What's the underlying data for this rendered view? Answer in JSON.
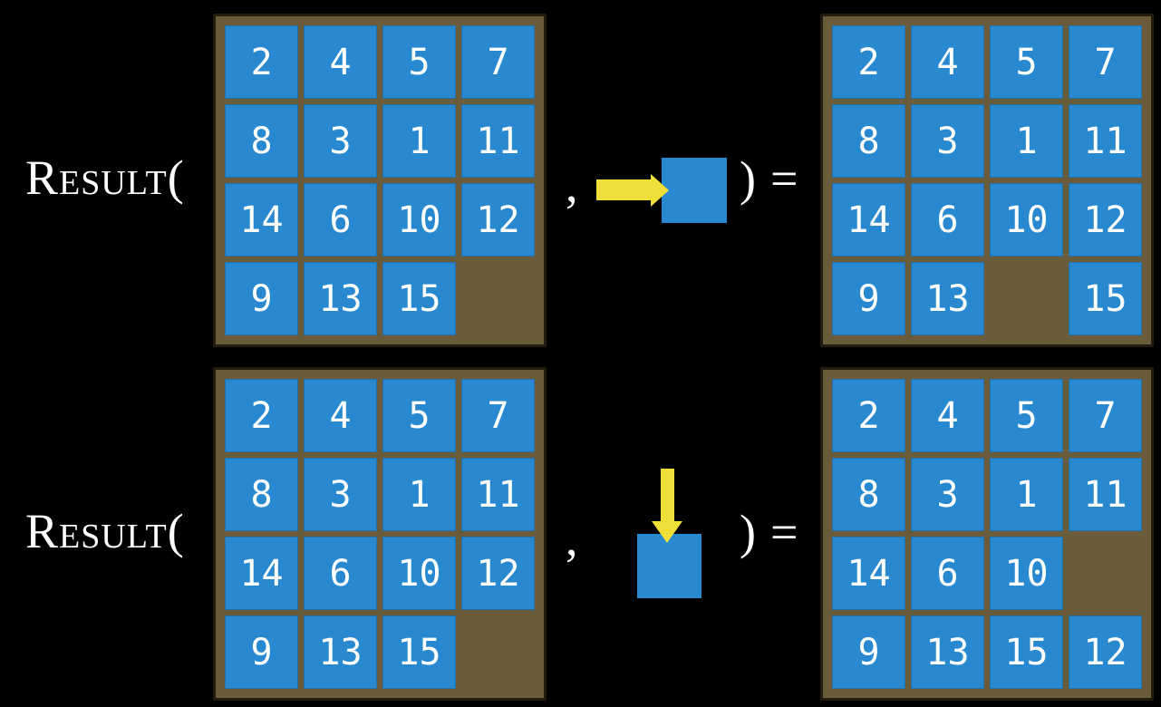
{
  "function_label": "Result(",
  "comma": ",",
  "close_paren": ")",
  "equals": "=",
  "rows": [
    {
      "name": "result-move-right",
      "move": "blank-tile-moves-right",
      "input_grid": [
        [
          "2",
          "4",
          "5",
          "7"
        ],
        [
          "8",
          "3",
          "1",
          "11"
        ],
        [
          "14",
          "6",
          "10",
          "12"
        ],
        [
          "9",
          "13",
          "15",
          ""
        ]
      ],
      "output_grid": [
        [
          "2",
          "4",
          "5",
          "7"
        ],
        [
          "8",
          "3",
          "1",
          "11"
        ],
        [
          "14",
          "6",
          "10",
          "12"
        ],
        [
          "9",
          "13",
          "",
          "15"
        ]
      ]
    },
    {
      "name": "result-move-down",
      "move": "blank-tile-moves-down",
      "input_grid": [
        [
          "2",
          "4",
          "5",
          "7"
        ],
        [
          "8",
          "3",
          "1",
          "11"
        ],
        [
          "14",
          "6",
          "10",
          "12"
        ],
        [
          "9",
          "13",
          "15",
          ""
        ]
      ],
      "output_grid": [
        [
          "2",
          "4",
          "5",
          "7"
        ],
        [
          "8",
          "3",
          "1",
          "11"
        ],
        [
          "14",
          "6",
          "10",
          ""
        ],
        [
          "9",
          "13",
          "15",
          "12"
        ]
      ]
    }
  ],
  "colors": {
    "background": "#000000",
    "board_brown": "#6a5b3a",
    "board_border": "#241d0e",
    "tile_blue": "#2989d0",
    "arrow_yellow": "#f0de39",
    "text_white": "#ffffff"
  }
}
